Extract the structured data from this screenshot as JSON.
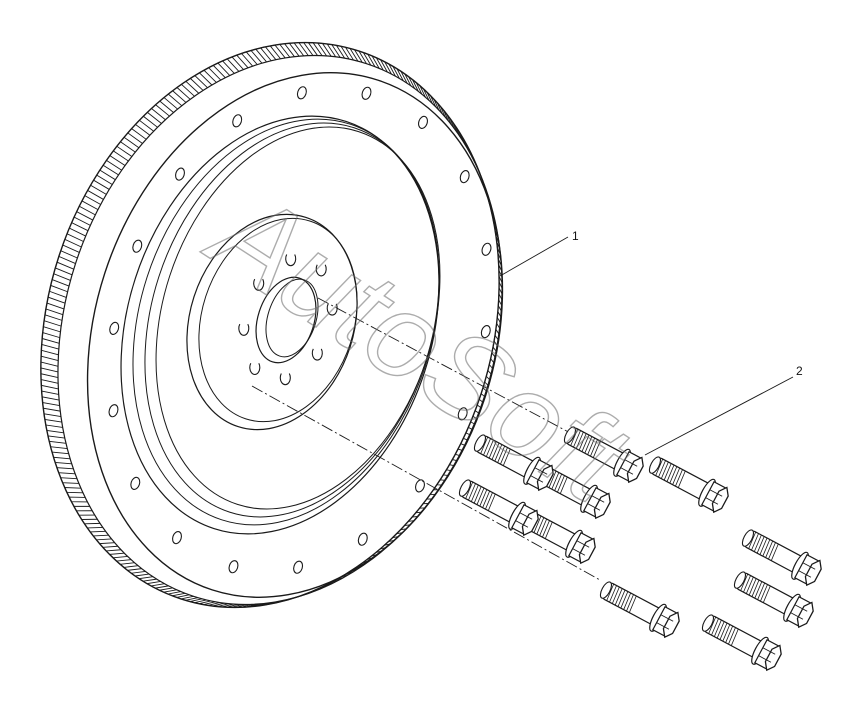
{
  "watermark": "AutoSoft",
  "callouts": [
    {
      "label": "1",
      "part": "flywheel"
    },
    {
      "label": "2",
      "part": "flywheel-bolt"
    }
  ],
  "bolt_count": 10,
  "flywheel": {
    "outer_holes": 18,
    "hub_holes": 8
  },
  "colors": {
    "ink": "#1a1a1a",
    "background": "#ffffff",
    "watermark": "#6a6a6a"
  }
}
